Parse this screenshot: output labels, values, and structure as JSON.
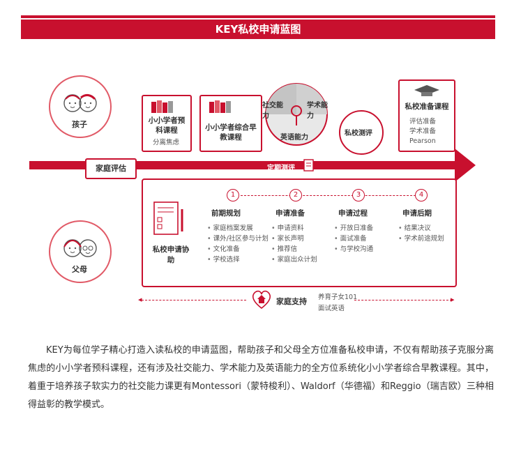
{
  "banner": {
    "title": "KEY私校申请蓝图"
  },
  "diagram": {
    "child_label": "孩子",
    "parent_label": "父母",
    "family_eval": "家庭评估",
    "regular_test": "定期测评",
    "pre_course": {
      "title": "小小学者预科课程",
      "bullets": [
        "分离焦虑"
      ]
    },
    "integrated_course": {
      "title": "小小学者综合早教课程"
    },
    "abilities": {
      "social": "社交能力",
      "academic": "学术能力",
      "english": "英语能力"
    },
    "private_test": "私校测评",
    "prep_course": {
      "title": "私校准备课程",
      "bullets": [
        "评估准备",
        "学术准备",
        "Pearson"
      ]
    },
    "assist": "私校申请协助",
    "steps": [
      {
        "num": "1",
        "title": "前期规划",
        "items": [
          "家庭档案发展",
          "课外/社区参与计划",
          "文化准备",
          "学校选择"
        ]
      },
      {
        "num": "2",
        "title": "申请准备",
        "items": [
          "申请资料",
          "家长声明",
          "推荐信",
          "家庭出众计划"
        ]
      },
      {
        "num": "3",
        "title": "申请过程",
        "items": [
          "开放日准备",
          "面试准备",
          "与学校沟通"
        ]
      },
      {
        "num": "4",
        "title": "申请后期",
        "items": [
          "结果决议",
          "学术前途规划"
        ]
      }
    ],
    "family_support": {
      "title": "家庭支持",
      "items": [
        "养育子女101",
        "面试英语"
      ]
    }
  },
  "colors": {
    "accent": "#c8102e",
    "light": "#e15a67"
  },
  "paragraph": "KEY为每位学子精心打造入读私校的申请蓝图，帮助孩子和父母全方位准备私校申请，不仅有帮助孩子克服分离焦虑的小小学者预科课程，还有涉及社交能力、学术能力及英语能力的全方位系统化小小学者综合早教课程。其中，着重于培养孩子软实力的社交能力课更有Montessori（蒙特梭利）、Waldorf（华德福）和Reggio（瑞吉欧）三种相得益彰的教学模式。"
}
